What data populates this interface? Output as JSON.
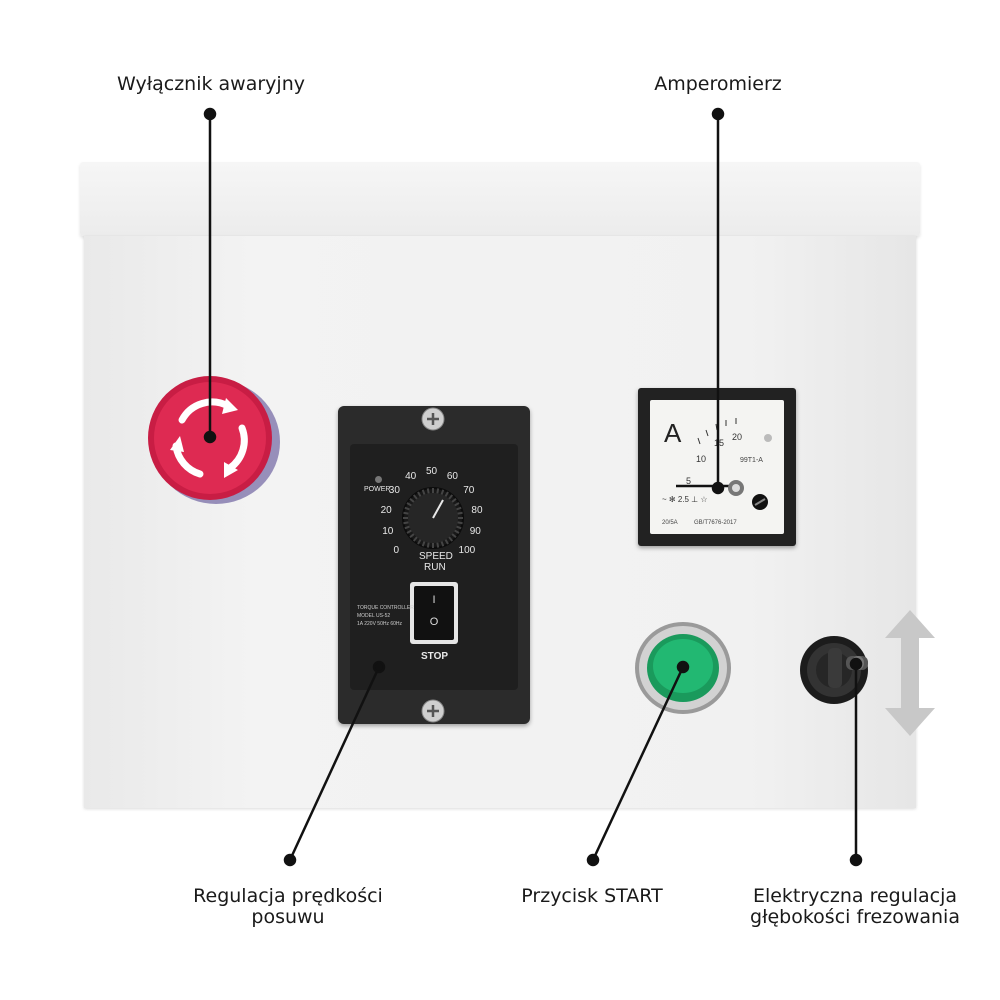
{
  "labels": {
    "emergency_stop": "Wyłącznik awaryjny",
    "ammeter": "Amperomierz",
    "speed_control_line1": "Regulacja prędkości",
    "speed_control_line2": "posuwu",
    "start_button": "Przycisk START",
    "depth_control_line1": "Elektryczna regulacja",
    "depth_control_line2": "głębokości frezowania"
  },
  "speed_controller": {
    "power_label": "POWER",
    "dial_ticks": [
      "0",
      "10",
      "20",
      "30",
      "40",
      "50",
      "60",
      "70",
      "80",
      "90",
      "100"
    ],
    "speed_label": "SPEED",
    "run_label": "RUN",
    "stop_label": "STOP",
    "switch_on": "I",
    "switch_off": "O",
    "plate_line1": "TORQUE CONTROLLER",
    "plate_line2": "MODEL US-52",
    "plate_line3": "1A 220V 50Hz 60Hz"
  },
  "ammeter": {
    "unit": "A",
    "scale": [
      "5",
      "10",
      "15",
      "20"
    ],
    "model": "99T1-A",
    "class_marks": "~ ✻ 2.5 ⊥ ☆",
    "range": "20/5A",
    "standard": "GB/T7676-2017"
  },
  "colors": {
    "cabinet": "#efefef",
    "emergency_red": "#d8244c",
    "start_green": "#1fae6a",
    "controller_black": "#2a2a2a",
    "callout_line": "#111111"
  }
}
